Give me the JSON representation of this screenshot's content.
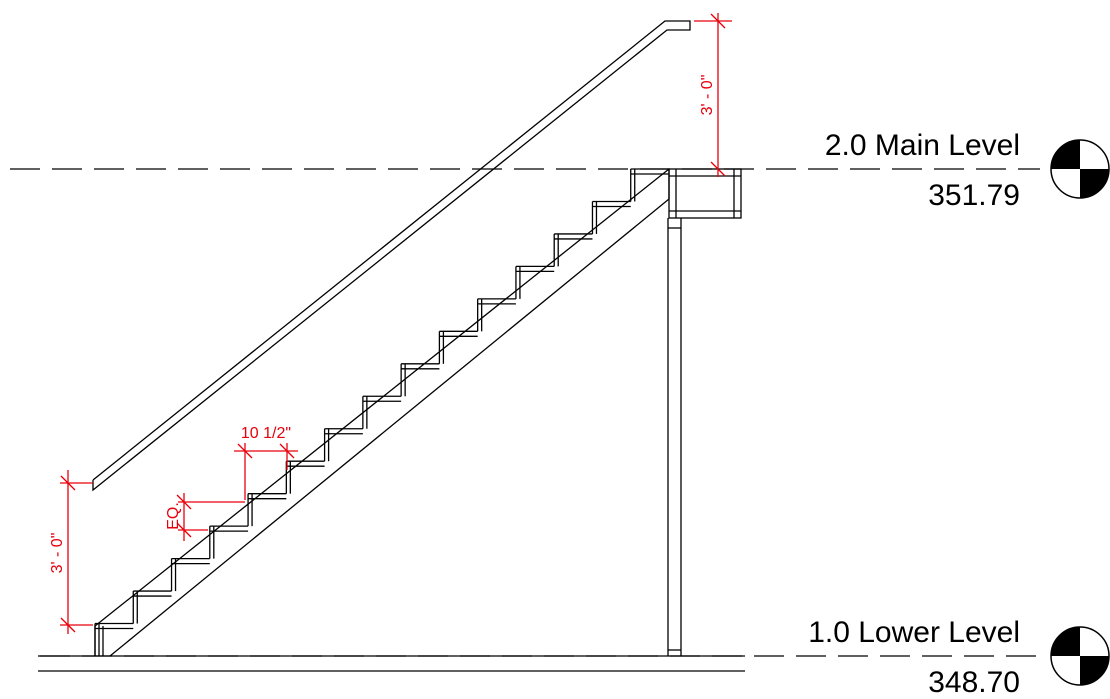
{
  "levels": {
    "main": {
      "name": "2.0 Main Level",
      "elevation": "351.79"
    },
    "lower": {
      "name": "1.0 Lower Level",
      "elevation": "348.70"
    }
  },
  "dimensions": {
    "rail_height_top": "3' - 0\"",
    "rail_height_bottom": "3' - 0\"",
    "tread_depth": "10 1/2\"",
    "riser_eq": "EQ."
  },
  "stair": {
    "risers": 15
  },
  "colors": {
    "line": "#000000",
    "dimension": "#e8000b"
  }
}
